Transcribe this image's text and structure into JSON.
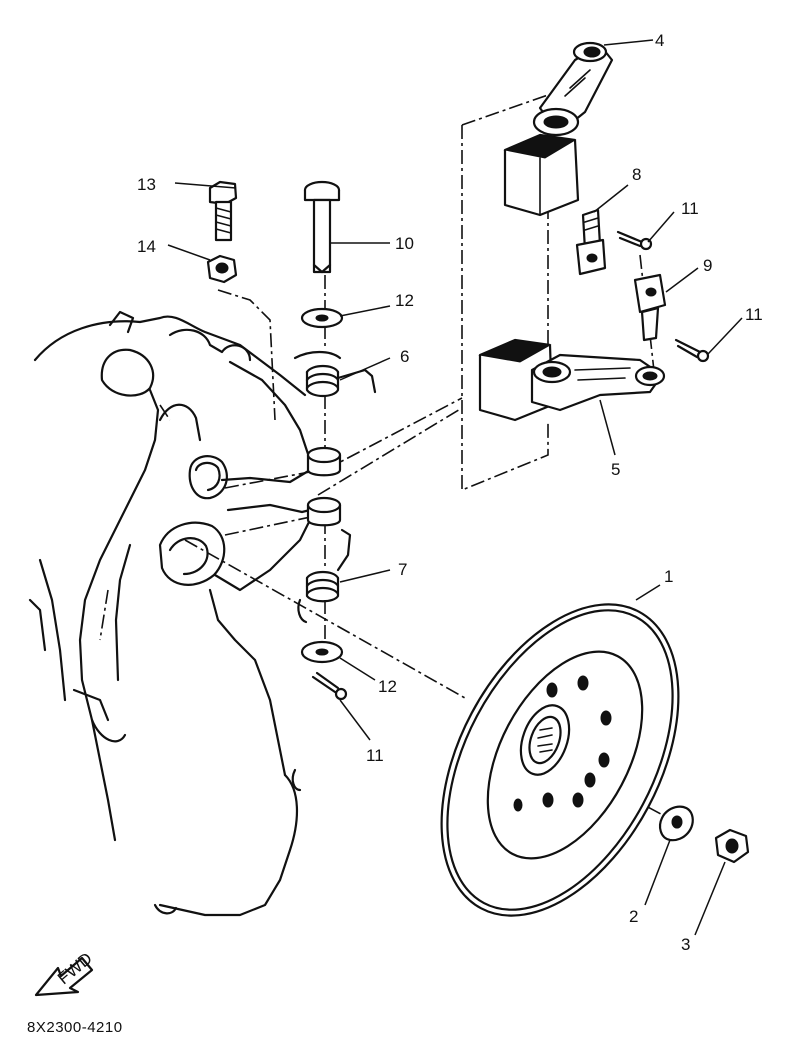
{
  "diagram": {
    "callouts": [
      {
        "id": "p1",
        "label": "1"
      },
      {
        "id": "p2",
        "label": "2"
      },
      {
        "id": "p3",
        "label": "3"
      },
      {
        "id": "p4",
        "label": "4"
      },
      {
        "id": "p5",
        "label": "5"
      },
      {
        "id": "p6",
        "label": "6"
      },
      {
        "id": "p7",
        "label": "7"
      },
      {
        "id": "p8",
        "label": "8"
      },
      {
        "id": "p9",
        "label": "9"
      },
      {
        "id": "p10",
        "label": "10"
      },
      {
        "id": "p11a",
        "label": "11"
      },
      {
        "id": "p11b",
        "label": "11"
      },
      {
        "id": "p11c",
        "label": "11"
      },
      {
        "id": "p12a",
        "label": "12"
      },
      {
        "id": "p12b",
        "label": "12"
      },
      {
        "id": "p13",
        "label": "13"
      },
      {
        "id": "p14",
        "label": "14"
      }
    ],
    "fwd_arrow_text": "FWD",
    "drawing_code": "8X2300-4210"
  }
}
